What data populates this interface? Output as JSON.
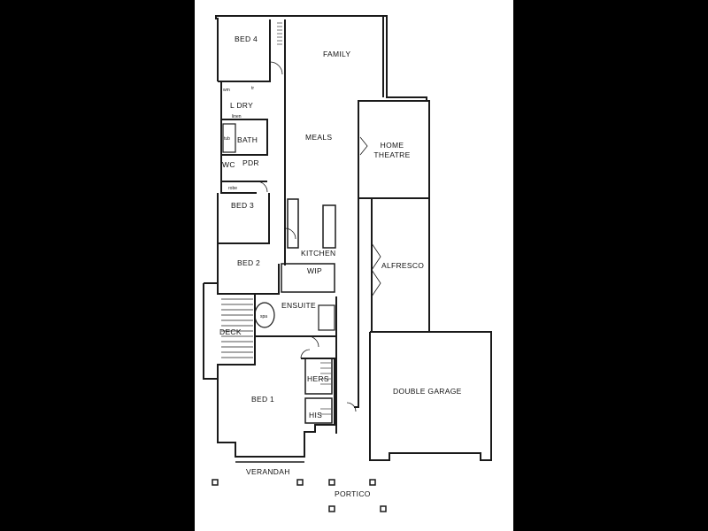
{
  "rooms": {
    "bed4": "BED 4",
    "family": "FAMILY",
    "wm": "wm",
    "tr": "tr",
    "l_dry": "L DRY",
    "linen": "linen",
    "bath": "BATH",
    "tub": "tub",
    "meals": "MEALS",
    "wc": "WC",
    "pdr": "PDR",
    "robe": "robe",
    "home_theatre_line1": "HOME",
    "home_theatre_line2": "THEATRE",
    "bed3": "BED 3",
    "kitchen": "KITCHEN",
    "bed2": "BED 2",
    "wip": "WIP",
    "alfresco": "ALFRESCO",
    "spa": "spa",
    "ensuite": "ENSUITE",
    "deck": "DECK",
    "hers": "HERS",
    "bed1": "BED 1",
    "his": "HIS",
    "double_garage": "DOUBLE GARAGE",
    "verandah": "VERANDAH",
    "portico": "PORTICO"
  },
  "colors": {
    "page_background": "#000000",
    "sheet": "#ffffff",
    "wall": "#1a1a1a"
  }
}
